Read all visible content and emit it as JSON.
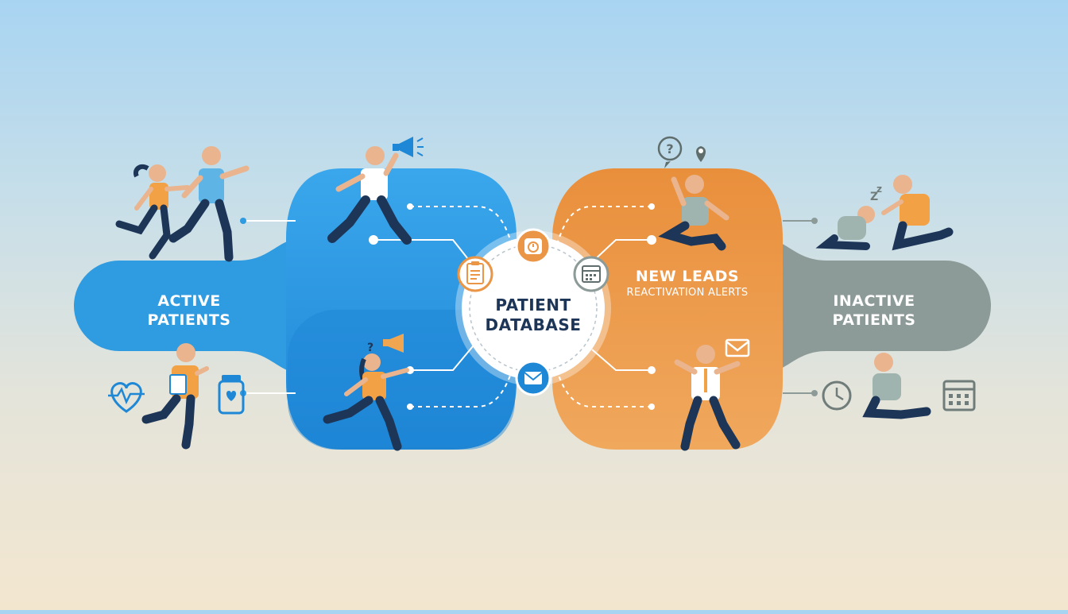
{
  "segments": {
    "active": {
      "line1": "ACTIVE",
      "line2": "PATIENTS",
      "color": "#2f9be0"
    },
    "center": {
      "line1": "PATIENT",
      "line2": "DATABASE"
    },
    "leads": {
      "title": "NEW LEADS",
      "subtitle": "REACTIVATION ALERTS",
      "color": "#ea9646"
    },
    "inactive": {
      "line1": "INACTIVE",
      "line2": "PATIENTS",
      "color": "#8c9a98"
    }
  },
  "colors": {
    "blue_dark": "#1f88d6",
    "blue_light": "#39a6ea",
    "orange": "#ea9646",
    "gray": "#8c9a98",
    "navy": "#1d3557"
  },
  "icons": {
    "orbit": [
      "clipboard-icon",
      "clock-icon",
      "calendar-icon",
      "envelope-icon"
    ],
    "left_side": [
      "heartbeat-icon",
      "medicine-bottle-icon"
    ],
    "right_side": [
      "clock-icon",
      "calendar-icon",
      "question-bubble-icon",
      "location-pin-icon",
      "sleep-icon"
    ]
  }
}
